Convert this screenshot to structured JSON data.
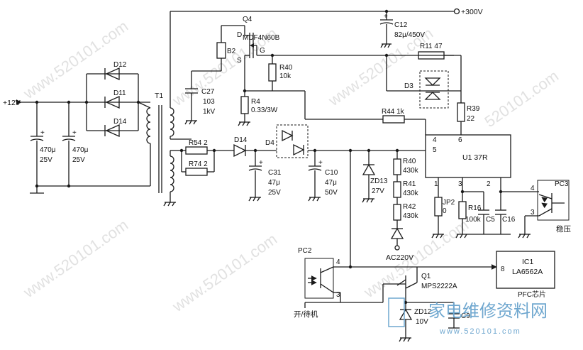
{
  "nets": {
    "v300": "+300V",
    "v12": "+12V",
    "ac220": "AC220V",
    "standby": "开/待机",
    "regulation": "稳压",
    "pfc_chip": "PFC芯片"
  },
  "components": {
    "c12": [
      "C12",
      "82μ/450V"
    ],
    "q4": [
      "Q4",
      "MDF4N60B"
    ],
    "q4_pins": {
      "d": "D",
      "g": "G",
      "s": "S"
    },
    "b2": "B2",
    "r11": "R11  47",
    "r40a": [
      "R40",
      "10k"
    ],
    "r4": [
      "R4",
      "0.33/3W"
    ],
    "c27": [
      "C27",
      "103",
      "1kV"
    ],
    "d3": "D3",
    "r39": [
      "R39",
      "22"
    ],
    "t1": "T1",
    "d12": "D12",
    "d11": "D11",
    "d14a": "D14",
    "c_470a": [
      "470μ",
      "25V"
    ],
    "c_470b": [
      "470μ",
      "25V"
    ],
    "r44": "R44  1k",
    "r54": "R54  2",
    "r74": "R74  2",
    "d14b": "D14",
    "d4": "D4",
    "c31": [
      "C31",
      "47μ",
      "25V"
    ],
    "c10": [
      "C10",
      "47μ",
      "50V"
    ],
    "zd13": [
      "ZD13",
      "27V"
    ],
    "r40b": [
      "R40",
      "430k"
    ],
    "r41": [
      "R41",
      "430k"
    ],
    "r42": [
      "R42",
      "430k"
    ],
    "u1": "U1 37R",
    "u1_pins": [
      "4",
      "5",
      "6",
      "1",
      "3",
      "2"
    ],
    "jp2": [
      "JP2",
      "0"
    ],
    "r16": [
      "R16",
      "100k"
    ],
    "c5": "C5",
    "c16": "C16",
    "pc3": "PC3",
    "pc3_pins": [
      "4",
      "3"
    ],
    "pc2": "PC2",
    "pc2_pins": [
      "4",
      "3"
    ],
    "q1": [
      "Q1",
      "MPS2222A"
    ],
    "ic1": [
      "IC1",
      "LA6562A"
    ],
    "ic1_pin": "8",
    "zd12": [
      "ZD12",
      "10V"
    ],
    "c9": "C9"
  },
  "watermarks": {
    "site": "www.520101.com",
    "site_short": "520101.com",
    "brand": "家电维修资料网",
    "brand_url": "www.520101.com"
  },
  "colors": {
    "ink": "#1a1a1a",
    "watermark_blue": "#6fa7cf",
    "watermark_grey": "#bdbdbd"
  }
}
